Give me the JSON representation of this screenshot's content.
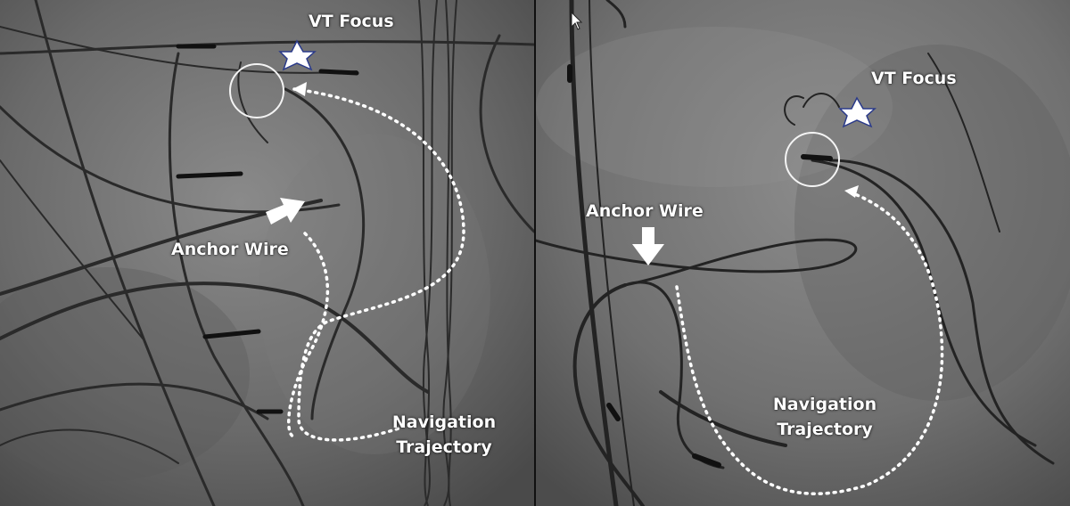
{
  "image_type": "side-by-side fluoroscopy frames",
  "left_panel": {
    "labels": {
      "vt_focus": "VT Focus",
      "anchor_wire": "Anchor Wire",
      "navigation_line1": "Navigation",
      "navigation_line2": "Trajectory"
    }
  },
  "right_panel": {
    "labels": {
      "vt_focus": "VT Focus",
      "anchor_wire": "Anchor Wire",
      "navigation_line1": "Navigation",
      "navigation_line2": "Trajectory"
    }
  },
  "colors": {
    "annotation": "#ffffff",
    "background_gray": "#6e6e6e",
    "device_dark": "#1c1c1c"
  }
}
